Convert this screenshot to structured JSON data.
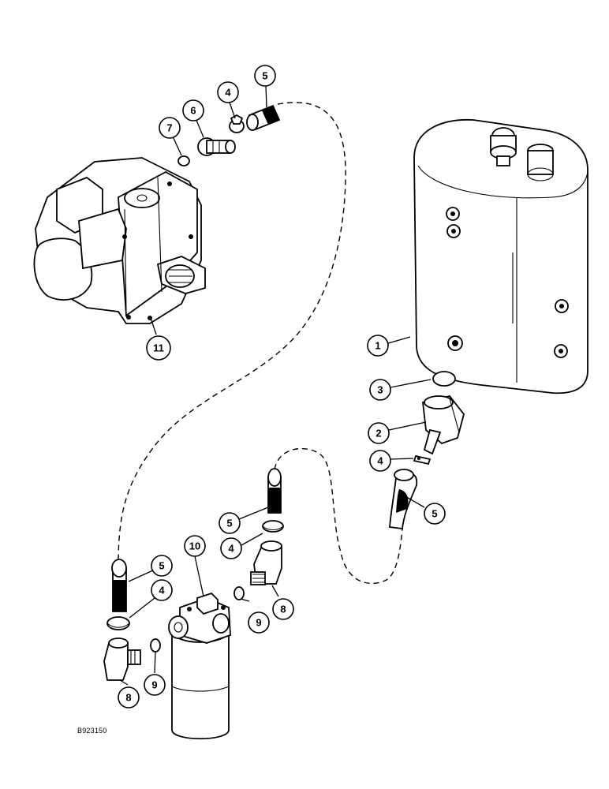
{
  "drawing_id": "B923150",
  "callouts": {
    "c1": "1",
    "c2": "2",
    "c3": "3",
    "c4a": "4",
    "c4b": "4",
    "c4c": "4",
    "c4d": "4",
    "c5a": "5",
    "c5b": "5",
    "c5c": "5",
    "c5d": "5",
    "c6": "6",
    "c7": "7",
    "c8a": "8",
    "c8b": "8",
    "c9a": "9",
    "c9b": "9",
    "c10": "10",
    "c11": "11"
  }
}
